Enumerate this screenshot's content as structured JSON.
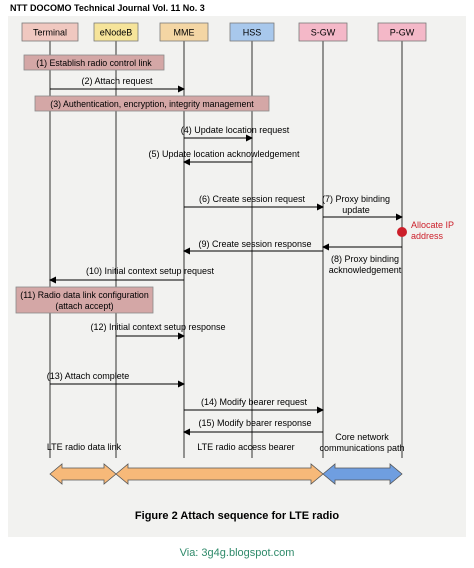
{
  "journal_header": "NTT DOCOMO Technical Journal Vol. 11 No. 3",
  "entities": [
    {
      "label": "Terminal",
      "color": "#f0c8c0"
    },
    {
      "label": "eNodeB",
      "color": "#f6e49a"
    },
    {
      "label": "MME",
      "color": "#f4d6a4"
    },
    {
      "label": "HSS",
      "color": "#a8c8ec"
    },
    {
      "label": "S-GW",
      "color": "#f4b8c8"
    },
    {
      "label": "P-GW",
      "color": "#f4b8c8"
    }
  ],
  "boxes": [
    {
      "lines": [
        "(1) Establish radio control link"
      ]
    },
    {
      "lines": [
        "(3) Authentication, encryption, integrity management"
      ]
    },
    {
      "lines": [
        "(11) Radio data link configuration",
        "(attach accept)"
      ]
    }
  ],
  "messages": [
    {
      "lines": [
        "(2) Attach request"
      ]
    },
    {
      "lines": [
        "(4) Update location request"
      ]
    },
    {
      "lines": [
        "(5) Update location acknowledgement"
      ]
    },
    {
      "lines": [
        "(6) Create session request"
      ]
    },
    {
      "lines": [
        "(7) Proxy binding",
        "update"
      ]
    },
    {
      "lines": [
        "(9) Create session response"
      ]
    },
    {
      "lines": [
        "(8) Proxy binding",
        "acknowledgement"
      ]
    },
    {
      "lines": [
        "(10) Initial context setup request"
      ]
    },
    {
      "lines": [
        "(12) Initial context setup response"
      ]
    },
    {
      "lines": [
        "(13) Attach complete"
      ]
    },
    {
      "lines": [
        "(14) Modify bearer request"
      ]
    },
    {
      "lines": [
        "(15) Modify bearer response"
      ]
    }
  ],
  "allocate_note": {
    "lines": [
      "Allocate IP",
      "address"
    ],
    "color": "#cc1f2a"
  },
  "paths": [
    {
      "lines": [
        "LTE radio data link"
      ],
      "color": "#f7b979"
    },
    {
      "lines": [
        "LTE radio access bearer"
      ],
      "color": "#f7b979"
    },
    {
      "lines": [
        "Core network",
        "communications path"
      ],
      "color": "#6f9ee0"
    }
  ],
  "figure_caption": "Figure 2  Attach sequence for LTE radio",
  "via_text": "Via:  3g4g.blogspot.com"
}
